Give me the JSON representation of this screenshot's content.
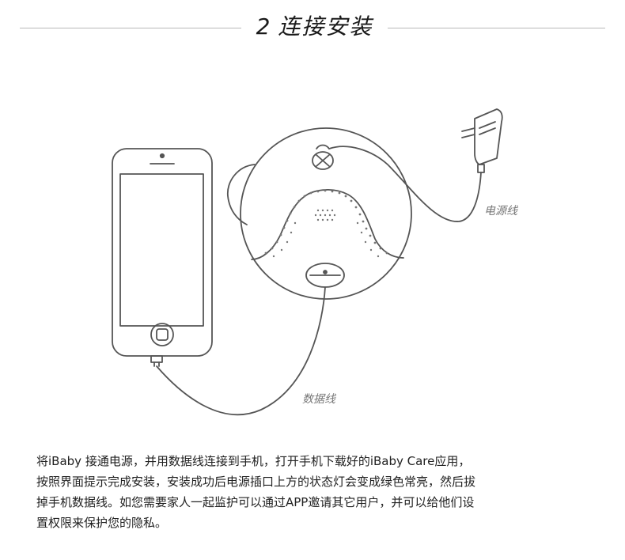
{
  "header": {
    "number": "2",
    "title": "连接安装"
  },
  "diagram": {
    "power_cable_label": "电源线",
    "data_cable_label": "数据线"
  },
  "description": {
    "lines": [
      "将iBaby  接通电源，并用数据线连接到手机，打开手机下载好的iBaby  Care应用，",
      "按照界面提示完成安装，安装成功后电源插口上方的状态灯会变成绿色常亮，然后拔",
      "掉手机数据线。如您需要家人一起监护可以通过APP邀请其它用户，并可以给他们设",
      "置权限来保护您的隐私。"
    ]
  }
}
